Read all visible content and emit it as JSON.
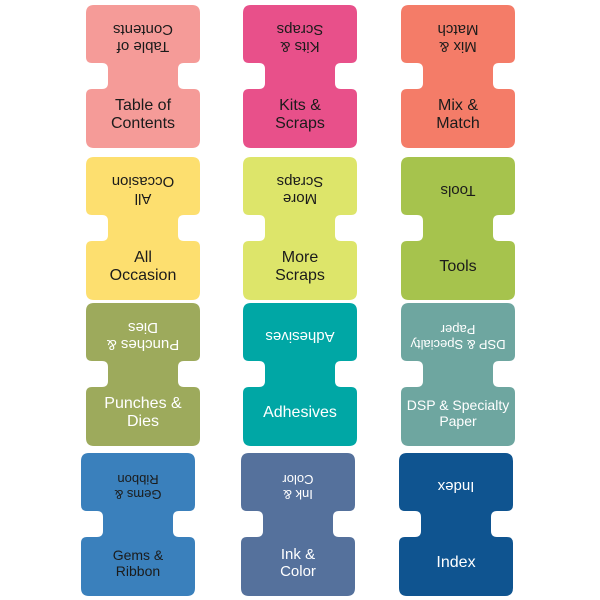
{
  "tabs": [
    {
      "top_label": "Table of\nContents",
      "bottom_label": "Table of\nContents",
      "color": "#F59B98",
      "text": "dark"
    },
    {
      "top_label": "Kits &\nScraps",
      "bottom_label": "Kits &\nScraps",
      "color": "#E8508A",
      "text": "dark"
    },
    {
      "top_label": "Mix &\nMatch",
      "bottom_label": "Mix &\nMatch",
      "color": "#F47C68",
      "text": "dark"
    },
    {
      "top_label": "All\nOccasion",
      "bottom_label": "All\nOccasion",
      "color": "#FDDF6F",
      "text": "dark"
    },
    {
      "top_label": "More\nScraps",
      "bottom_label": "More\nScraps",
      "color": "#DDE56A",
      "text": "dark"
    },
    {
      "top_label": "Tools",
      "bottom_label": "Tools",
      "color": "#A6C34D",
      "text": "dark"
    },
    {
      "top_label": "Punches &\nDies",
      "bottom_label": "Punches &\nDies",
      "color": "#9DAA5C",
      "text": "light"
    },
    {
      "top_label": "Adhesives",
      "bottom_label": "Adhesives",
      "color": "#00A7A5",
      "text": "light"
    },
    {
      "top_label": "DSP & Specialty\nPaper",
      "bottom_label": "DSP & Specialty\nPaper",
      "color": "#6EA6A0",
      "text": "light"
    },
    {
      "top_label": "Gems &\nRibbon",
      "bottom_label": "Gems &\nRibbon",
      "color": "#3A80BC",
      "text": "dark"
    },
    {
      "top_label": "Ink &\nColor",
      "bottom_label": "Ink &\nColor",
      "color": "#55719C",
      "text": "light"
    },
    {
      "top_label": "Index",
      "bottom_label": "Index",
      "color": "#0F5490",
      "text": "light"
    }
  ]
}
